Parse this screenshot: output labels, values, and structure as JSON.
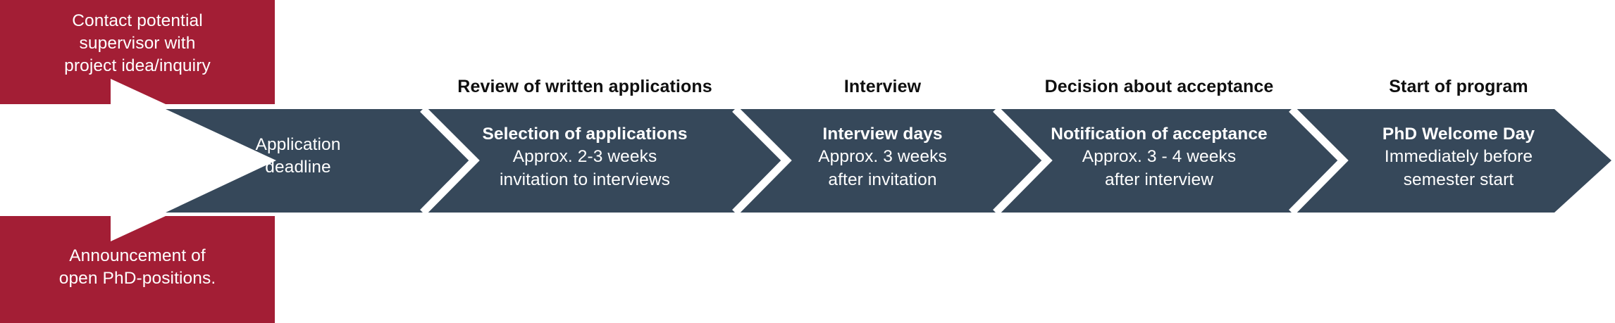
{
  "diagram": {
    "title_context": "PhD application process timeline",
    "colors": {
      "accent_red": "#a31e35",
      "band_dark": "#36485a",
      "background": "#ffffff",
      "caption_text": "#0f0f0f",
      "body_text": "#ffffff"
    }
  },
  "side_notes": {
    "top": {
      "line1": "Contact potential",
      "line2": "supervisor with",
      "line3": "project idea/inquiry"
    },
    "bottom": {
      "line1": "Announcement of",
      "line2": "open PhD-positions."
    }
  },
  "stages": [
    {
      "caption": "",
      "body_bold": "",
      "body_lines": [
        "Application",
        "deadline"
      ]
    },
    {
      "caption": "Review of written applications",
      "body_bold": "Selection of applications",
      "body_lines": [
        "Approx. 2-3 weeks",
        "invitation to interviews"
      ]
    },
    {
      "caption": "Interview",
      "body_bold": "Interview days",
      "body_lines": [
        "Approx. 3 weeks",
        "after invitation"
      ]
    },
    {
      "caption": "Decision about acceptance",
      "body_bold": "Notification of acceptance",
      "body_lines": [
        "Approx. 3 - 4 weeks",
        "after interview"
      ]
    },
    {
      "caption": "Start of program",
      "body_bold": "PhD Welcome Day",
      "body_lines": [
        "Immediately before",
        "semester start"
      ]
    }
  ]
}
